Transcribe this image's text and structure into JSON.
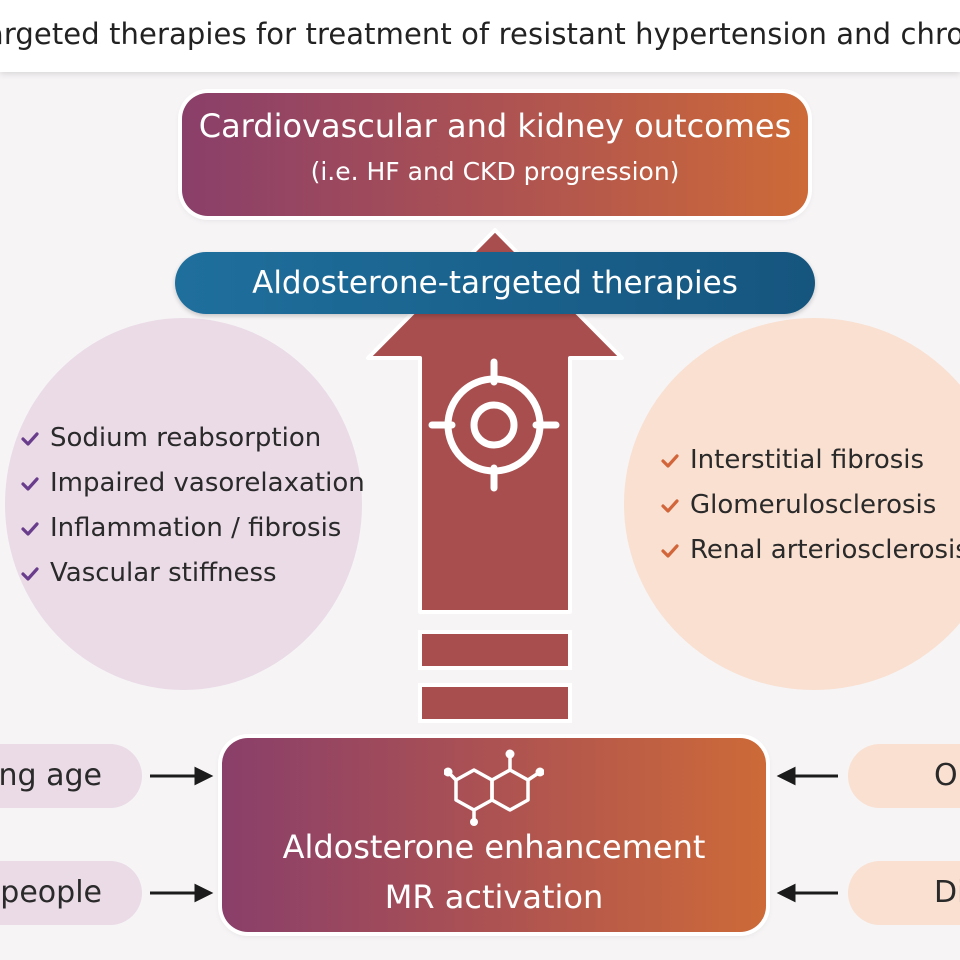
{
  "title": "argeted therapies for treatment of resistant hypertension and chron",
  "top_box": {
    "line1": "Cardiovascular and kidney outcomes",
    "line2": "(i.e. HF and CKD progression)"
  },
  "therapy_banner": "Aldosterone-targeted therapies",
  "left_effects": [
    "Sodium reabsorption",
    "Impaired vasorelaxation",
    "Inflammation / fibrosis",
    "Vascular stiffness"
  ],
  "right_effects": [
    "Interstitial fibrosis",
    "Glomerulosclerosis",
    "Renal arteriosclerosis"
  ],
  "bottom_box": {
    "line1": "Aldosterone enhancement",
    "line2": "MR activation"
  },
  "left_factors": [
    "ing age",
    "people"
  ],
  "right_factors": [
    "O",
    "Di"
  ],
  "colors": {
    "purple_accent": "#6a3d8c",
    "orange_accent": "#d2663a",
    "banner_blue": "#1f6f9d",
    "arrow_red": "#a84e4e"
  },
  "icons": {
    "target": "target-crosshair-icon",
    "molecule": "steroid-molecule-icon"
  }
}
